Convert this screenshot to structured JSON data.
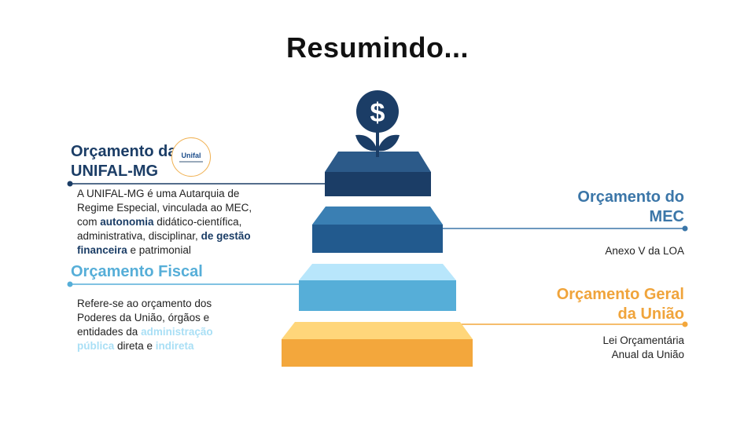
{
  "title": "Resumindo...",
  "unifal": {
    "heading_line1": "Orçamento da",
    "heading_line2": "UNIFAL-MG",
    "logo_text": "Unifal",
    "desc": {
      "l1": "A UNIFAL-MG é uma Autarquia de",
      "l2": "Regime Especial,  vinculada ao MEC,",
      "l3a": "com ",
      "l3b": "autonomia",
      "l3c": " didático-científica,",
      "l4": "administrativa, disciplinar, ",
      "l4b": "de gestão",
      "l5a": "financeira",
      "l5b": " e patrimonial"
    }
  },
  "fiscal": {
    "heading": "Orçamento Fiscal",
    "desc": {
      "l1": "Refere-se ao orçamento dos",
      "l2": "Poderes da União, órgãos e",
      "l3a": "entidades da ",
      "l3b": "administração",
      "l4a": "pública",
      "l4b": " direta e ",
      "l4c": "indireta"
    }
  },
  "mec": {
    "heading_line1": "Orçamento do",
    "heading_line2": "MEC",
    "desc": "Anexo V da LOA"
  },
  "geral": {
    "heading_line1": "Orçamento Geral",
    "heading_line2": "da União",
    "desc_line1": "Lei Orçamentária",
    "desc_line2": "Anual da União"
  },
  "icon": {
    "symbol": "$"
  },
  "colors": {
    "tier1_top": "#2c5a89",
    "tier1_body": "#1b3d66",
    "tier2_top": "#3a7fb3",
    "tier2_body": "#225a8e",
    "tier3_top": "#b8e6fb",
    "tier3_body": "#56aed8",
    "tier4_top": "#ffd67a",
    "tier4_body": "#f3a73c",
    "line_dark": "#1b3d66",
    "line_mid": "#3b76a8",
    "line_light": "#56aed8",
    "line_orange": "#f3a73c",
    "heading_dark": "#1b3d66",
    "heading_mid": "#3b76a8",
    "heading_light": "#56aed8",
    "heading_orange": "#f0a43b"
  }
}
